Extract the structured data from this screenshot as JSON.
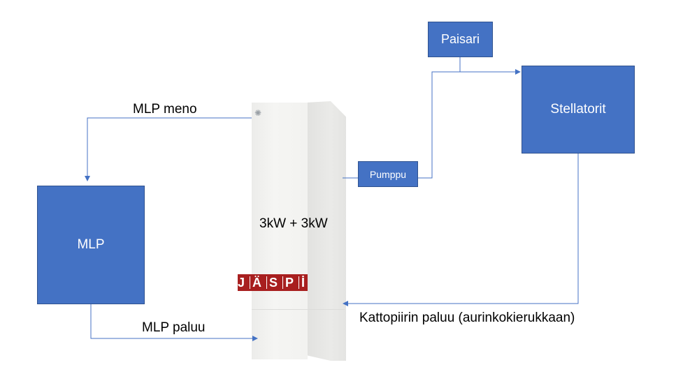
{
  "boxes": {
    "mlp": "MLP",
    "paisari": "Paisari",
    "stellatorit": "Stellatorit",
    "pumppu": "Pumppu"
  },
  "labels": {
    "mlp_meno": "MLP meno",
    "mlp_paluu": "MLP paluu",
    "power": "3kW + 3kW",
    "kattopiiri": "Kattopiirin paluu (aurinkokierukkaan)"
  },
  "tank": {
    "logo_letters": [
      "J",
      "Ä",
      "S",
      "P",
      "İ"
    ]
  },
  "colors": {
    "box_fill": "#4472c4",
    "box_border": "#2f528f",
    "connector": "#4472c4",
    "logo": "#a81f1f"
  }
}
